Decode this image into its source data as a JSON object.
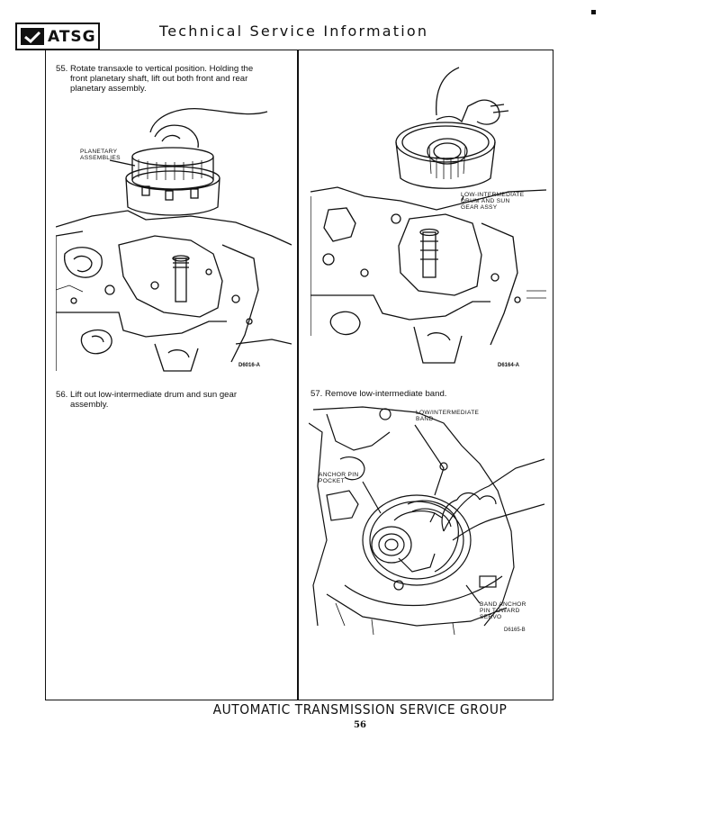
{
  "header": {
    "logo_text": "ATSG",
    "title": "Technical Service Information"
  },
  "steps": [
    {
      "num": "55.",
      "line1": "Rotate transaxle to vertical position. Holding the",
      "line2": "front planetary shaft, lift out both front and rear",
      "line3": "planetary assembly."
    },
    {
      "num": "56.",
      "line1": "Lift out low-intermediate drum and sun gear",
      "line2": "assembly."
    },
    {
      "num": "57.",
      "line1": "Remove low-intermediate band."
    }
  ],
  "figures": {
    "fig1": {
      "callout_line1": "PLANETARY",
      "callout_line2": "ASSEMBLIES",
      "id": "D6016-A"
    },
    "fig2": {
      "callout_line1": "LOW-INTERMEDIATE",
      "callout_line2": "DRUM AND SUN",
      "callout_line3": "GEAR ASSY",
      "id": "D6164-A"
    },
    "fig3": {
      "callout_a_line1": "LOW/INTERMEDIATE",
      "callout_a_line2": "BAND",
      "callout_b_line1": "ANCHOR PIN",
      "callout_b_line2": "POCKET",
      "callout_c_line1": "BAND ANCHOR",
      "callout_c_line2": "PIN TOWARD",
      "callout_c_line3": "SERVO",
      "id": "D6165-B"
    }
  },
  "footer": {
    "org": "AUTOMATIC TRANSMISSION SERVICE GROUP",
    "page_number": "56"
  }
}
